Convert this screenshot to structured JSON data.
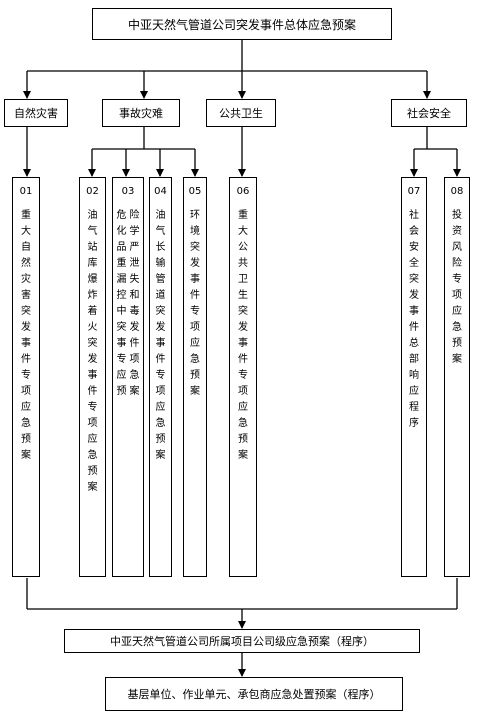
{
  "top_plan": "中亚天然气管道公司突发事件总体应急预案",
  "categories": {
    "natural": "自然灾害",
    "accident": "事故灾难",
    "health": "公共卫生",
    "social": "社会安全"
  },
  "plans": [
    {
      "num": "01",
      "text": "重大自然灾害突发事件专项应急预案"
    },
    {
      "num": "02",
      "text": "油气站库爆炸着火突发事件专项应急预案"
    },
    {
      "num": "03",
      "col1": "危化品重漏控中突事专应预",
      "col2": "险学严泄失和毒发件项急案"
    },
    {
      "num": "04",
      "text": "油气长输管道突发事件专项应急预案"
    },
    {
      "num": "05",
      "text": "环境突发事件专项应急预案"
    },
    {
      "num": "06",
      "text": "重大公共卫生突发事件专项应急预案"
    },
    {
      "num": "07",
      "text": "社会安全突发事件总部响应程序"
    },
    {
      "num": "08",
      "text": "投资风险专项应急预案"
    }
  ],
  "project_plan": "中亚天然气管道公司所属项目公司级应急预案（程序）",
  "unit_plan": "基层单位、作业单元、承包商应急处置预案（程序）"
}
